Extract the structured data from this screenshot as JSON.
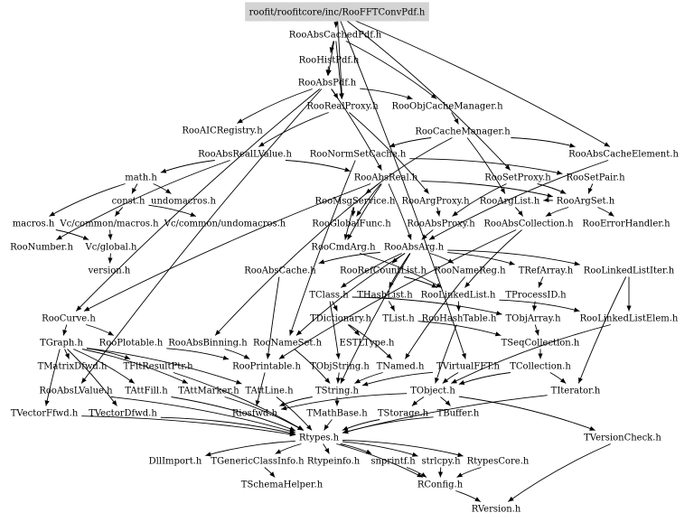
{
  "title": "roofit/roofitcore/inc/RooFFTConvPdf.h",
  "colors": {
    "root_fill": "#d3d3d3",
    "edge": "#000000",
    "text": "#000000",
    "background": "#ffffff"
  },
  "nodes": [
    {
      "id": "root",
      "label": "roofit/roofitcore/inc/RooFFTConvPdf.h"
    },
    {
      "id": "RooAbsCachedPdf",
      "label": "RooAbsCachedPdf.h"
    },
    {
      "id": "RooHistPdf",
      "label": "RooHistPdf.h"
    },
    {
      "id": "RooAbsPdf",
      "label": "RooAbsPdf.h"
    },
    {
      "id": "RooRealProxy",
      "label": "RooRealProxy.h"
    },
    {
      "id": "RooObjCacheManager",
      "label": "RooObjCacheManager.h"
    },
    {
      "id": "RooAICRegistry",
      "label": "RooAICRegistry.h"
    },
    {
      "id": "RooCacheManager",
      "label": "RooCacheManager.h"
    },
    {
      "id": "RooAbsRealLValue",
      "label": "RooAbsRealLValue.h"
    },
    {
      "id": "RooNormSetCache",
      "label": "RooNormSetCache.h"
    },
    {
      "id": "RooAbsCacheElement",
      "label": "RooAbsCacheElement.h"
    },
    {
      "id": "math",
      "label": "math.h"
    },
    {
      "id": "RooAbsReal",
      "label": "RooAbsReal.h"
    },
    {
      "id": "RooSetProxy",
      "label": "RooSetProxy.h"
    },
    {
      "id": "RooSetPair",
      "label": "RooSetPair.h"
    },
    {
      "id": "const",
      "label": "const.h"
    },
    {
      "id": "undomacros",
      "label": "undomacros.h"
    },
    {
      "id": "RooMsgService",
      "label": "RooMsgService.h"
    },
    {
      "id": "RooArgProxy",
      "label": "RooArgProxy.h"
    },
    {
      "id": "RooArgList",
      "label": "RooArgList.h"
    },
    {
      "id": "RooArgSet",
      "label": "RooArgSet.h"
    },
    {
      "id": "macros",
      "label": "macros.h"
    },
    {
      "id": "VcMacros",
      "label": "Vc/common/macros.h"
    },
    {
      "id": "VcUndo",
      "label": "Vc/common/undomacros.h"
    },
    {
      "id": "RooGlobalFunc",
      "label": "RooGlobalFunc.h"
    },
    {
      "id": "RooAbsProxy",
      "label": "RooAbsProxy.h"
    },
    {
      "id": "RooAbsCollection",
      "label": "RooAbsCollection.h"
    },
    {
      "id": "RooErrorHandler",
      "label": "RooErrorHandler.h"
    },
    {
      "id": "RooNumber",
      "label": "RooNumber.h"
    },
    {
      "id": "VcGlobal",
      "label": "Vc/global.h"
    },
    {
      "id": "RooCmdArg",
      "label": "RooCmdArg.h"
    },
    {
      "id": "RooAbsArg",
      "label": "RooAbsArg.h"
    },
    {
      "id": "version",
      "label": "version.h"
    },
    {
      "id": "RooAbsCache",
      "label": "RooAbsCache.h"
    },
    {
      "id": "RooRefCountList",
      "label": "RooRefCountList.h"
    },
    {
      "id": "RooNameReg",
      "label": "RooNameReg.h"
    },
    {
      "id": "TRefArray",
      "label": "TRefArray.h"
    },
    {
      "id": "RooLinkedListIter",
      "label": "RooLinkedListIter.h"
    },
    {
      "id": "TClass",
      "label": "TClass.h"
    },
    {
      "id": "THashList",
      "label": "THashList.h"
    },
    {
      "id": "RooLinkedList",
      "label": "RooLinkedList.h"
    },
    {
      "id": "TProcessID",
      "label": "TProcessID.h"
    },
    {
      "id": "RooCurve",
      "label": "RooCurve.h"
    },
    {
      "id": "TDictionary",
      "label": "TDictionary.h"
    },
    {
      "id": "TList",
      "label": "TList.h"
    },
    {
      "id": "RooHashTable",
      "label": "RooHashTable.h"
    },
    {
      "id": "TObjArray",
      "label": "TObjArray.h"
    },
    {
      "id": "RooLinkedListElem",
      "label": "RooLinkedListElem.h"
    },
    {
      "id": "TGraph",
      "label": "TGraph.h"
    },
    {
      "id": "RooPlotable",
      "label": "RooPlotable.h"
    },
    {
      "id": "RooAbsBinning",
      "label": "RooAbsBinning.h"
    },
    {
      "id": "RooNameSet",
      "label": "RooNameSet.h"
    },
    {
      "id": "ESTLType",
      "label": "ESTLType.h"
    },
    {
      "id": "TSeqCollection",
      "label": "TSeqCollection.h"
    },
    {
      "id": "TMatrixDfwd",
      "label": "TMatrixDfwd.h"
    },
    {
      "id": "TFitResultPtr",
      "label": "TFitResultPtr.h"
    },
    {
      "id": "RooPrintable",
      "label": "RooPrintable.h"
    },
    {
      "id": "TObjString",
      "label": "TObjString.h"
    },
    {
      "id": "TNamed",
      "label": "TNamed.h"
    },
    {
      "id": "TVirtualFFT",
      "label": "TVirtualFFT.h"
    },
    {
      "id": "TCollection",
      "label": "TCollection.h"
    },
    {
      "id": "RooAbsLValue",
      "label": "RooAbsLValue.h"
    },
    {
      "id": "TAttFill",
      "label": "TAttFill.h"
    },
    {
      "id": "TAttMarker",
      "label": "TAttMarker.h"
    },
    {
      "id": "TAttLine",
      "label": "TAttLine.h"
    },
    {
      "id": "TString",
      "label": "TString.h"
    },
    {
      "id": "TObject",
      "label": "TObject.h"
    },
    {
      "id": "TIterator",
      "label": "TIterator.h"
    },
    {
      "id": "TVectorFfwd",
      "label": "TVectorFfwd.h"
    },
    {
      "id": "TVectorDfwd",
      "label": "TVectorDfwd.h"
    },
    {
      "id": "Riosfwd",
      "label": "Riosfwd.h"
    },
    {
      "id": "TMathBase",
      "label": "TMathBase.h"
    },
    {
      "id": "TStorage",
      "label": "TStorage.h"
    },
    {
      "id": "TBuffer",
      "label": "TBuffer.h"
    },
    {
      "id": "Rtypes",
      "label": "Rtypes.h"
    },
    {
      "id": "TVersionCheck",
      "label": "TVersionCheck.h"
    },
    {
      "id": "DllImport",
      "label": "DllImport.h"
    },
    {
      "id": "TGenericClassInfo",
      "label": "TGenericClassInfo.h"
    },
    {
      "id": "Rtypeinfo",
      "label": "Rtypeinfo.h"
    },
    {
      "id": "snprintf",
      "label": "snprintf.h"
    },
    {
      "id": "strlcpy",
      "label": "strlcpy.h"
    },
    {
      "id": "RtypesCore",
      "label": "RtypesCore.h"
    },
    {
      "id": "TSchemaHelper",
      "label": "TSchemaHelper.h"
    },
    {
      "id": "RConfig",
      "label": "RConfig.h"
    },
    {
      "id": "RVersion",
      "label": "RVersion.h"
    }
  ],
  "edges": [
    [
      "root",
      "RooAbsCachedPdf"
    ],
    [
      "RooAbsCachedPdf",
      "RooHistPdf"
    ],
    [
      "RooAbsCachedPdf",
      "RooAbsPdf"
    ],
    [
      "RooAbsCachedPdf",
      "RooObjCacheManager"
    ],
    [
      "RooAbsCachedPdf",
      "RooRealProxy"
    ],
    [
      "RooHistPdf",
      "RooAbsPdf"
    ],
    [
      "RooAbsPdf",
      "RooAbsReal"
    ],
    [
      "RooAbsPdf",
      "RooRealProxy"
    ],
    [
      "RooAbsPdf",
      "RooObjCacheManager"
    ],
    [
      "RooAbsPdf",
      "RooAICRegistry"
    ],
    [
      "RooRealProxy",
      "RooAbsRealLValue"
    ],
    [
      "RooRealProxy",
      "RooArgProxy"
    ],
    [
      "RooObjCacheManager",
      "RooCacheManager"
    ],
    [
      "RooCacheManager",
      "RooNormSetCache"
    ],
    [
      "RooCacheManager",
      "RooAbsCacheElement"
    ],
    [
      "RooCacheManager",
      "RooArgList"
    ],
    [
      "RooCacheManager",
      "RooMsgService"
    ],
    [
      "RooAbsRealLValue",
      "math"
    ],
    [
      "RooAbsRealLValue",
      "RooAbsReal"
    ],
    [
      "RooAbsRealLValue",
      "RooNumber"
    ],
    [
      "RooNormSetCache",
      "RooSetPair"
    ],
    [
      "RooNormSetCache",
      "RooNameSet"
    ],
    [
      "RooAbsCacheElement",
      "RooAbsArg"
    ],
    [
      "math",
      "const"
    ],
    [
      "math",
      "undomacros"
    ],
    [
      "math",
      "macros"
    ],
    [
      "const",
      "VcMacros"
    ],
    [
      "const",
      "VcUndo"
    ],
    [
      "macros",
      "VcGlobal"
    ],
    [
      "VcMacros",
      "VcGlobal"
    ],
    [
      "VcGlobal",
      "version"
    ],
    [
      "RooAbsReal",
      "RooArgSet"
    ],
    [
      "RooAbsReal",
      "RooGlobalFunc"
    ],
    [
      "RooAbsReal",
      "RooCmdArg"
    ],
    [
      "RooAbsReal",
      "RooAbsArg"
    ],
    [
      "RooSetProxy",
      "RooArgSet"
    ],
    [
      "RooSetProxy",
      "RooAbsProxy"
    ],
    [
      "RooSetPair",
      "RooArgSet"
    ],
    [
      "RooMsgService",
      "RooGlobalFunc"
    ],
    [
      "RooMsgService",
      "RooCmdArg"
    ],
    [
      "RooArgProxy",
      "RooAbsProxy"
    ],
    [
      "RooArgList",
      "RooAbsCollection"
    ],
    [
      "RooArgSet",
      "RooAbsCollection"
    ],
    [
      "RooArgSet",
      "RooErrorHandler"
    ],
    [
      "RooAbsProxy",
      "RooAbsArg"
    ],
    [
      "RooAbsCollection",
      "RooLinkedList"
    ],
    [
      "RooAbsCollection",
      "RooPrintable"
    ],
    [
      "RooCmdArg",
      "RooLinkedList"
    ],
    [
      "RooAbsArg",
      "RooAbsCache"
    ],
    [
      "RooAbsArg",
      "RooRefCountList"
    ],
    [
      "RooAbsArg",
      "RooNameReg"
    ],
    [
      "RooAbsArg",
      "TRefArray"
    ],
    [
      "RooAbsArg",
      "RooLinkedListIter"
    ],
    [
      "RooAbsArg",
      "THashList"
    ],
    [
      "RooAbsArg",
      "TClass"
    ],
    [
      "RooAbsCache",
      "RooPrintable"
    ],
    [
      "RooRefCountList",
      "RooLinkedList"
    ],
    [
      "RooNameReg",
      "TNamed"
    ],
    [
      "TRefArray",
      "TProcessID"
    ],
    [
      "RooLinkedListIter",
      "TIterator"
    ],
    [
      "RooLinkedListIter",
      "RooLinkedListElem"
    ],
    [
      "TClass",
      "TDictionary"
    ],
    [
      "TClass",
      "TObjArray"
    ],
    [
      "TClass",
      "TObjString"
    ],
    [
      "THashList",
      "TList"
    ],
    [
      "RooLinkedList",
      "RooHashTable"
    ],
    [
      "RooLinkedList",
      "RooLinkedListElem"
    ],
    [
      "TProcessID",
      "TObjArray"
    ],
    [
      "TDictionary",
      "ESTLType"
    ],
    [
      "TDictionary",
      "TNamed"
    ],
    [
      "TList",
      "TSeqCollection"
    ],
    [
      "RooHashTable",
      "TObject"
    ],
    [
      "TObjArray",
      "TSeqCollection"
    ],
    [
      "RooLinkedListElem",
      "TObject"
    ],
    [
      "RooCurve",
      "TGraph"
    ],
    [
      "RooCurve",
      "RooPlotable"
    ],
    [
      "TGraph",
      "TAttLine"
    ],
    [
      "TGraph",
      "TAttFill"
    ],
    [
      "TGraph",
      "TAttMarker"
    ],
    [
      "TGraph",
      "TVectorFfwd"
    ],
    [
      "TGraph",
      "TVectorDfwd"
    ],
    [
      "TGraph",
      "TFitResultPtr"
    ],
    [
      "TGraph",
      "TMatrixDfwd"
    ],
    [
      "RooPlotable",
      "RooPrintable"
    ],
    [
      "RooAbsBinning",
      "RooPrintable"
    ],
    [
      "RooNameSet",
      "TString"
    ],
    [
      "TSeqCollection",
      "TCollection"
    ],
    [
      "TFitResultPtr",
      "Rtypes"
    ],
    [
      "RooPrintable",
      "Riosfwd"
    ],
    [
      "TObjString",
      "TString"
    ],
    [
      "TNamed",
      "TString"
    ],
    [
      "TVirtualFFT",
      "TObject"
    ],
    [
      "TVirtualFFT",
      "TString"
    ],
    [
      "TCollection",
      "TObject"
    ],
    [
      "TCollection",
      "TIterator"
    ],
    [
      "RooAbsLValue",
      "Rtypes"
    ],
    [
      "TAttFill",
      "Rtypes"
    ],
    [
      "TAttMarker",
      "Rtypes"
    ],
    [
      "TAttLine",
      "Rtypes"
    ],
    [
      "TString",
      "TMathBase"
    ],
    [
      "TString",
      "Riosfwd"
    ],
    [
      "TObject",
      "TStorage"
    ],
    [
      "TObject",
      "TBuffer"
    ],
    [
      "TObject",
      "TVersionCheck"
    ],
    [
      "TObject",
      "Riosfwd"
    ],
    [
      "TIterator",
      "Rtypes"
    ],
    [
      "TVectorFfwd",
      "Rtypes"
    ],
    [
      "TVectorDfwd",
      "Rtypes"
    ],
    [
      "TMathBase",
      "Rtypes"
    ],
    [
      "TStorage",
      "Rtypes"
    ],
    [
      "TBuffer",
      "Rtypes"
    ],
    [
      "TVersionCheck",
      "RVersion"
    ],
    [
      "Rtypes",
      "DllImport"
    ],
    [
      "Rtypes",
      "TGenericClassInfo"
    ],
    [
      "Rtypes",
      "Rtypeinfo"
    ],
    [
      "Rtypes",
      "snprintf"
    ],
    [
      "Rtypes",
      "strlcpy"
    ],
    [
      "Rtypes",
      "RtypesCore"
    ],
    [
      "Rtypes",
      "RConfig"
    ],
    [
      "TGenericClassInfo",
      "TSchemaHelper"
    ],
    [
      "snprintf",
      "RConfig"
    ],
    [
      "strlcpy",
      "RConfig"
    ],
    [
      "RtypesCore",
      "RConfig"
    ],
    [
      "RConfig",
      "RVersion"
    ],
    [
      "root",
      "TVirtualFFT"
    ],
    [
      "root",
      "RooAbsCacheElement"
    ],
    [
      "root",
      "RooRealProxy"
    ],
    [
      "root",
      "RooSetProxy"
    ],
    [
      "RooAbsPdf",
      "RooAbsLValue"
    ],
    [
      "RooAbsPdf",
      "RooCurve"
    ],
    [
      "RooAbsReal",
      "RooAbsBinning"
    ],
    [
      "RooAbsReal",
      "RooCurve"
    ],
    [
      "RooAbsArg",
      "RooNameSet"
    ],
    [
      "RooAbsArg",
      "TString"
    ],
    [
      "RooArgSet",
      "RooArgList"
    ]
  ]
}
